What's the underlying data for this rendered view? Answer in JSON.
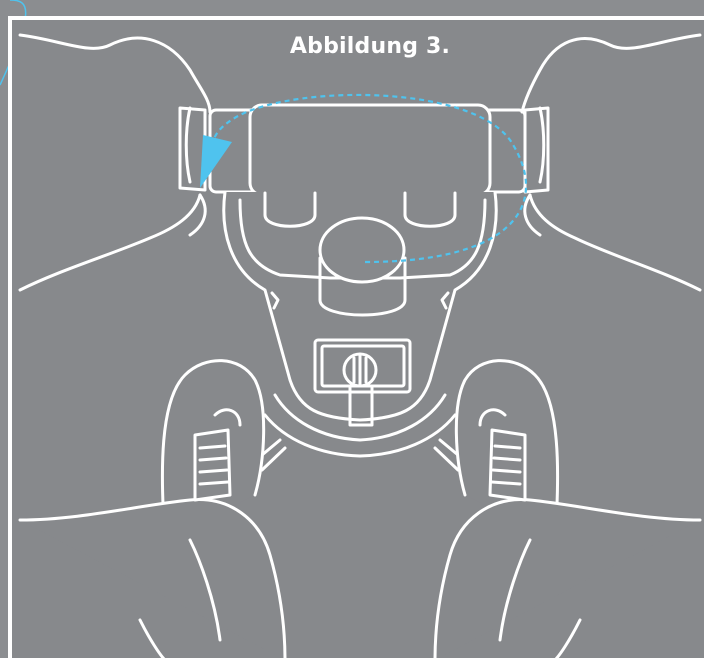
{
  "figure": {
    "caption": "Abbildung 3."
  },
  "colors": {
    "background_outer": "#8b8d90",
    "background_inner": "#87898c",
    "line": "#ffffff",
    "rotation_arrow": "#4fc3ee"
  },
  "icons": {
    "rotation": "curved-dashed-arrow-icon",
    "hands": "hand-illustration",
    "device": "tripod-head-illustration"
  }
}
